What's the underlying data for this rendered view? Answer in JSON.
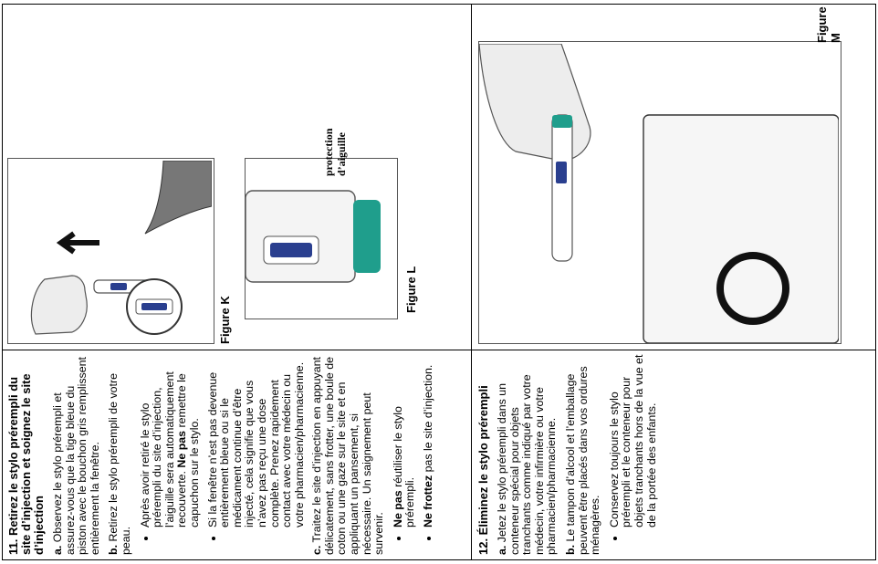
{
  "step11": {
    "title": "11. Retirez le stylo prérempli du site d’injection et soignez le site d’injection",
    "a_prefix": "a.",
    "a_text": " Observez le stylo prérempli et assurez-vous que la tige bleue du piston avec le bouchon gris remplissent entièrement la fenêtre.",
    "b_prefix": "b.",
    "b_text": " Retirez le stylo prérempli de votre peau.",
    "b_bullet1_pre": "Après avoir retiré le stylo prérempli du site d’injection, l’aiguille sera automatiquement recouverte. ",
    "b_bullet1_bold": "Ne pas",
    "b_bullet1_post": " remettre le capuchon sur le stylo.",
    "b_bullet2": "Si la fenêtre n’est pas devenue entièrement bleue ou si le médicament continue d’être injecté, cela signifie que vous n’avez pas reçu une dose complète. Prenez rapidement contact avec votre médecin ou votre pharmacien/pharmacienne.",
    "c_prefix": "c.",
    "c_text": " Traitez le site d’injection en appuyant délicatement, sans frotter, une boule de coton ou une gaze sur le site et en appliquant un pansement, si nécessaire. Un saignement peut survenir.",
    "c_bullet1_bold": "Ne pas",
    "c_bullet1_post": " réutiliser le stylo prérempli.",
    "c_bullet2_bold": "Ne frottez",
    "c_bullet2_post": " pas le site d’injection."
  },
  "step12": {
    "title": "12. Éliminez le stylo prérempli",
    "a_prefix": "a.",
    "a_text": " Jetez le stylo prérempli dans un conteneur spécial pour objets tranchants comme indiqué par votre médecin, votre infirmière ou votre pharmacien/pharmacienne.",
    "b_prefix": "b.",
    "b_text": " Le tampon d’alcool et l’emballage peuvent être placés dans vos ordures ménagères.",
    "b_bullet1": "Conservez toujours le stylo prérempli et le conteneur pour objets tranchants hors de la vue et de la portée des enfants."
  },
  "figures": {
    "k_label": "Figure K",
    "l_label": "Figure L",
    "m_label": "Figure M",
    "l_callout_line1": "protection",
    "l_callout_line2": "d’aiguille"
  },
  "colors": {
    "teal": "#1f9e8c",
    "window_blue": "#2a3f8f",
    "hand_fill": "#ededed",
    "outline": "#555555"
  }
}
